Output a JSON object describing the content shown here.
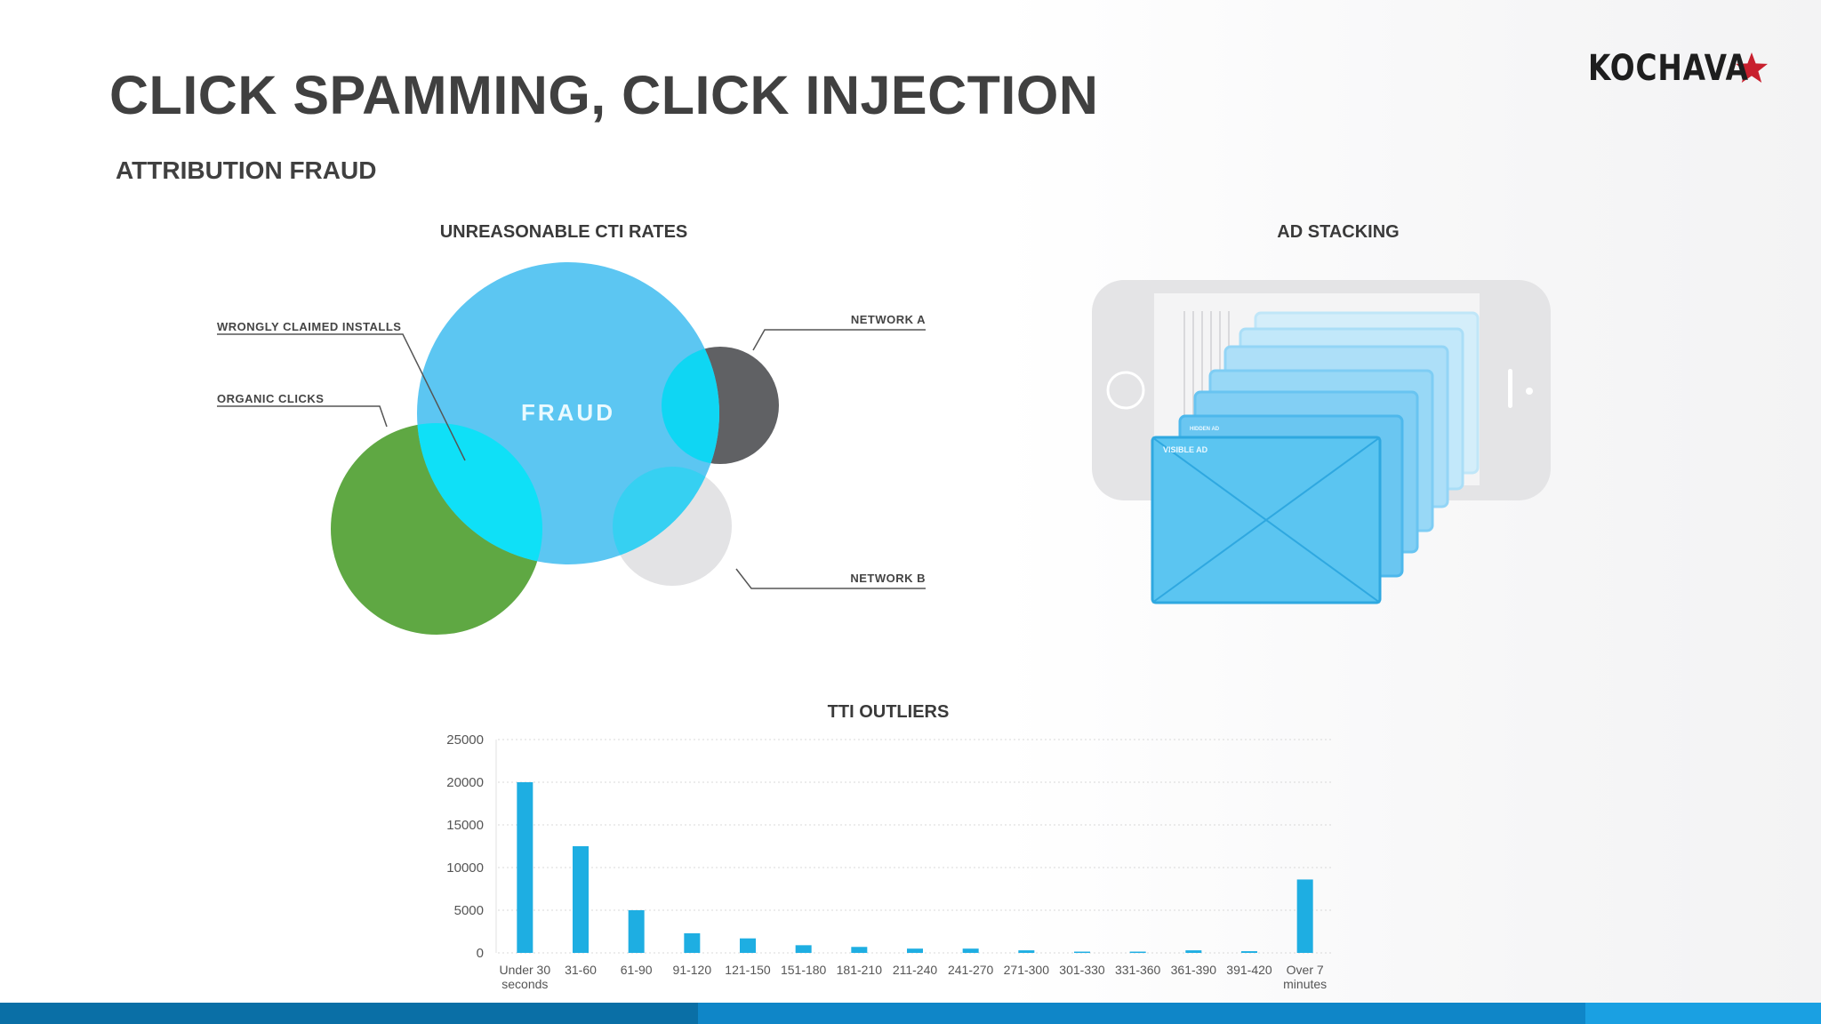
{
  "slide": {
    "title": "CLICK SPAMMING, CLICK INJECTION",
    "subtitle": "ATTRIBUTION FRAUD",
    "logo_text": "KOCHAVA",
    "logo_star_color": "#c8202e"
  },
  "venn": {
    "heading": "UNREASONABLE CTI RATES",
    "center_label": "FRAUD",
    "labels": {
      "wrongly_claimed": "WRONGLY CLAIMED INSTALLS",
      "organic_clicks": "ORGANIC CLICKS",
      "network_a": "NETWORK A",
      "network_b": "NETWORK B"
    },
    "colors": {
      "fraud": "#5cc6f2",
      "organic": "#5fa843",
      "overlap": "#0fe0f7",
      "network_a": "#606164",
      "network_b": "#e3e3e5"
    }
  },
  "ad_stacking": {
    "heading": "AD STACKING",
    "visible_ad_label": "VISIBLE AD",
    "hidden_ad_label": "HIDDEN AD"
  },
  "chart_data": {
    "type": "bar",
    "title": "TTI OUTLIERS",
    "categories": [
      "Under 30 seconds",
      "31-60",
      "61-90",
      "91-120",
      "121-150",
      "151-180",
      "181-210",
      "211-240",
      "241-270",
      "271-300",
      "301-330",
      "331-360",
      "361-390",
      "391-420",
      "Over 7 minutes"
    ],
    "category_lines": [
      [
        "Under 30",
        "seconds"
      ],
      [
        "31-60"
      ],
      [
        "61-90"
      ],
      [
        "91-120"
      ],
      [
        "121-150"
      ],
      [
        "151-180"
      ],
      [
        "181-210"
      ],
      [
        "211-240"
      ],
      [
        "241-270"
      ],
      [
        "271-300"
      ],
      [
        "301-330"
      ],
      [
        "331-360"
      ],
      [
        "361-390"
      ],
      [
        "391-420"
      ],
      [
        "Over 7",
        "minutes"
      ]
    ],
    "values": [
      20000,
      12500,
      5000,
      2300,
      1700,
      900,
      700,
      500,
      500,
      300,
      150,
      150,
      300,
      200,
      8600
    ],
    "ylim": [
      0,
      25000
    ],
    "yticks": [
      0,
      5000,
      10000,
      15000,
      20000,
      25000
    ],
    "grid": true,
    "bar_color": "#1eaee2",
    "xlabel": "",
    "ylabel": ""
  },
  "footer": {
    "colors": [
      "#0a6fa6",
      "#0f86c8",
      "#1aa0e2"
    ]
  }
}
